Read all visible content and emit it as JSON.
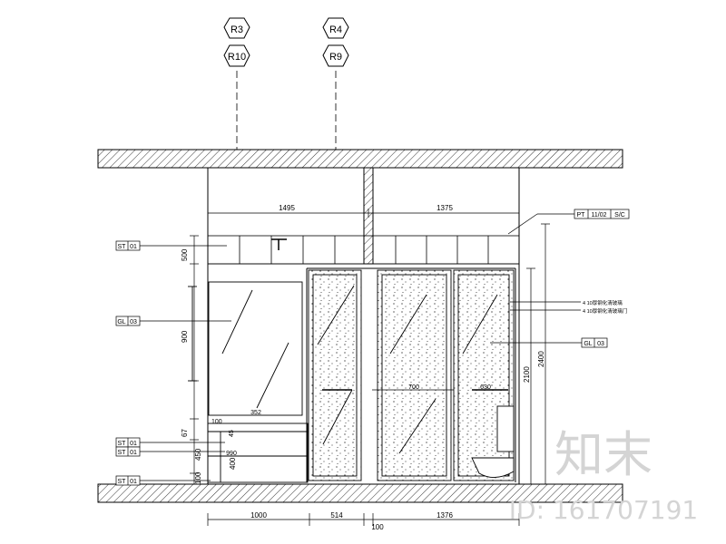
{
  "grid_bubbles": [
    {
      "top": "R3",
      "bottom": "R10"
    },
    {
      "top": "R4",
      "bottom": "R9"
    }
  ],
  "top_dims": [
    "1495",
    "1375"
  ],
  "bottom_dims": [
    "1000",
    "514",
    "100",
    "1376"
  ],
  "left_dims": [
    "500",
    "900",
    "67",
    "450",
    "400",
    "100"
  ],
  "right_dims": [
    "2100",
    "2400"
  ],
  "inner_dims": [
    "100",
    "45",
    "990",
    "700",
    "630",
    "352"
  ],
  "left_tags": [
    {
      "code": "ST",
      "num": "01"
    },
    {
      "code": "GL",
      "num": "03"
    },
    {
      "code": "ST",
      "num": "01"
    },
    {
      "code": "ST",
      "num": "01"
    },
    {
      "code": "ST",
      "num": "01"
    }
  ],
  "right_tags": [
    {
      "code": "PT",
      "num": "11/02",
      "suffix": "S/C"
    },
    {
      "code": "GL",
      "num": "03"
    }
  ],
  "small_notes": [
    "4 10厚钢化清玻璃",
    "4 10厚钢化清玻璃门"
  ],
  "watermark": {
    "logo": "知末",
    "id": "ID: 161707191"
  },
  "colors": {
    "line": "#000000",
    "watermark": "#d4d4d4"
  }
}
